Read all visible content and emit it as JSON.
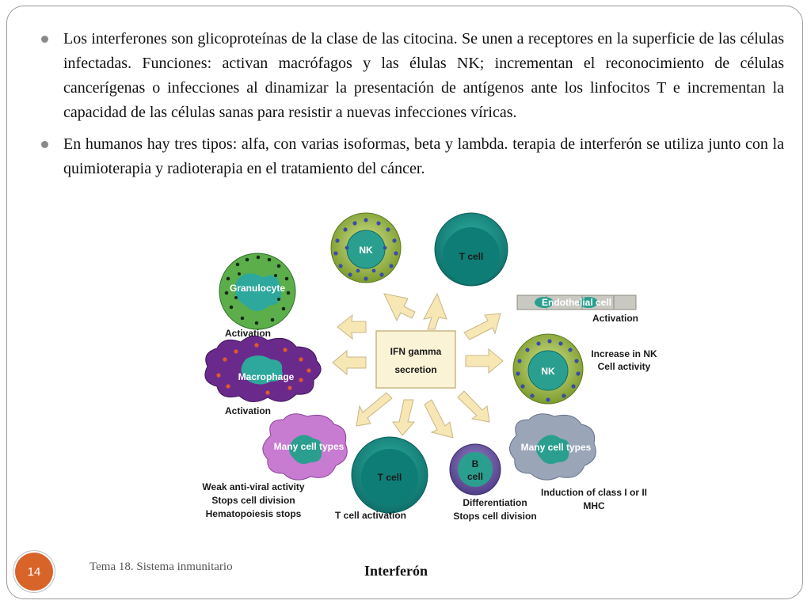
{
  "slide": {
    "bullets": [
      "Los interferones son glicoproteínas de la clase de las citocina. Se unen a receptores en la superficie de las células infectadas. Funciones: activan macrófagos y las élulas NK; incrementan el reconocimiento de células cancerígenas o infecciones al dinamizar la presentación de antígenos ante los linfocitos T e incrementan la capacidad de las células sanas para resistir a nuevas infecciones víricas.",
      "En humanos hay tres tipos: alfa, con varias isoformas, beta y lambda. terapia de interferón se utiliza junto con la quimioterapia y radioterapia en el tratamiento del cáncer."
    ],
    "footer_left": "Tema 18. Sistema inmunitario",
    "footer_center": "Interferón",
    "page_number": "14"
  },
  "diagram": {
    "center_label_line1": "IFN gamma",
    "center_label_line2": "secretion",
    "cells": {
      "granulocyte": {
        "name": "Granulocyte",
        "caption": "Activation"
      },
      "nk_top": {
        "name": "NK"
      },
      "t_cell_top": {
        "name": "T cell"
      },
      "endothelial": {
        "name": "Endothelial cell",
        "caption": "Activation"
      },
      "macrophage": {
        "name": "Macrophage",
        "caption": "Activation"
      },
      "nk_right": {
        "name": "NK",
        "caption_line1": "Increase in NK",
        "caption_line2": "Cell activity"
      },
      "many_left": {
        "name": "Many cell types",
        "caption_line1": "Weak anti-viral activity",
        "caption_line2": "Stops cell division",
        "caption_line3": "Hematopoiesis stops"
      },
      "t_cell_bottom": {
        "name": "T cell",
        "caption": "T cell activation"
      },
      "b_cell": {
        "name_line1": "B",
        "name_line2": "cell",
        "caption_line1": "Differentiation",
        "caption_line2": "Stops cell division"
      },
      "many_right": {
        "name": "Many cell types",
        "caption_line1": "Induction of class I or II",
        "caption_line2": "MHC"
      }
    },
    "colors": {
      "nk_outer": "#8fae3c",
      "nk_inner": "#2a9f8f",
      "tcell_outer": "#1f9a8e",
      "tcell_inner": "#0d7d76",
      "macrophage": "#6a2a8c",
      "many_left": "#c77bd1",
      "many_right": "#9aa6b8",
      "arrow_fill": "#f7e7b5",
      "arrow_stroke": "#c8b785",
      "center_fill": "#fbf3d6"
    }
  }
}
